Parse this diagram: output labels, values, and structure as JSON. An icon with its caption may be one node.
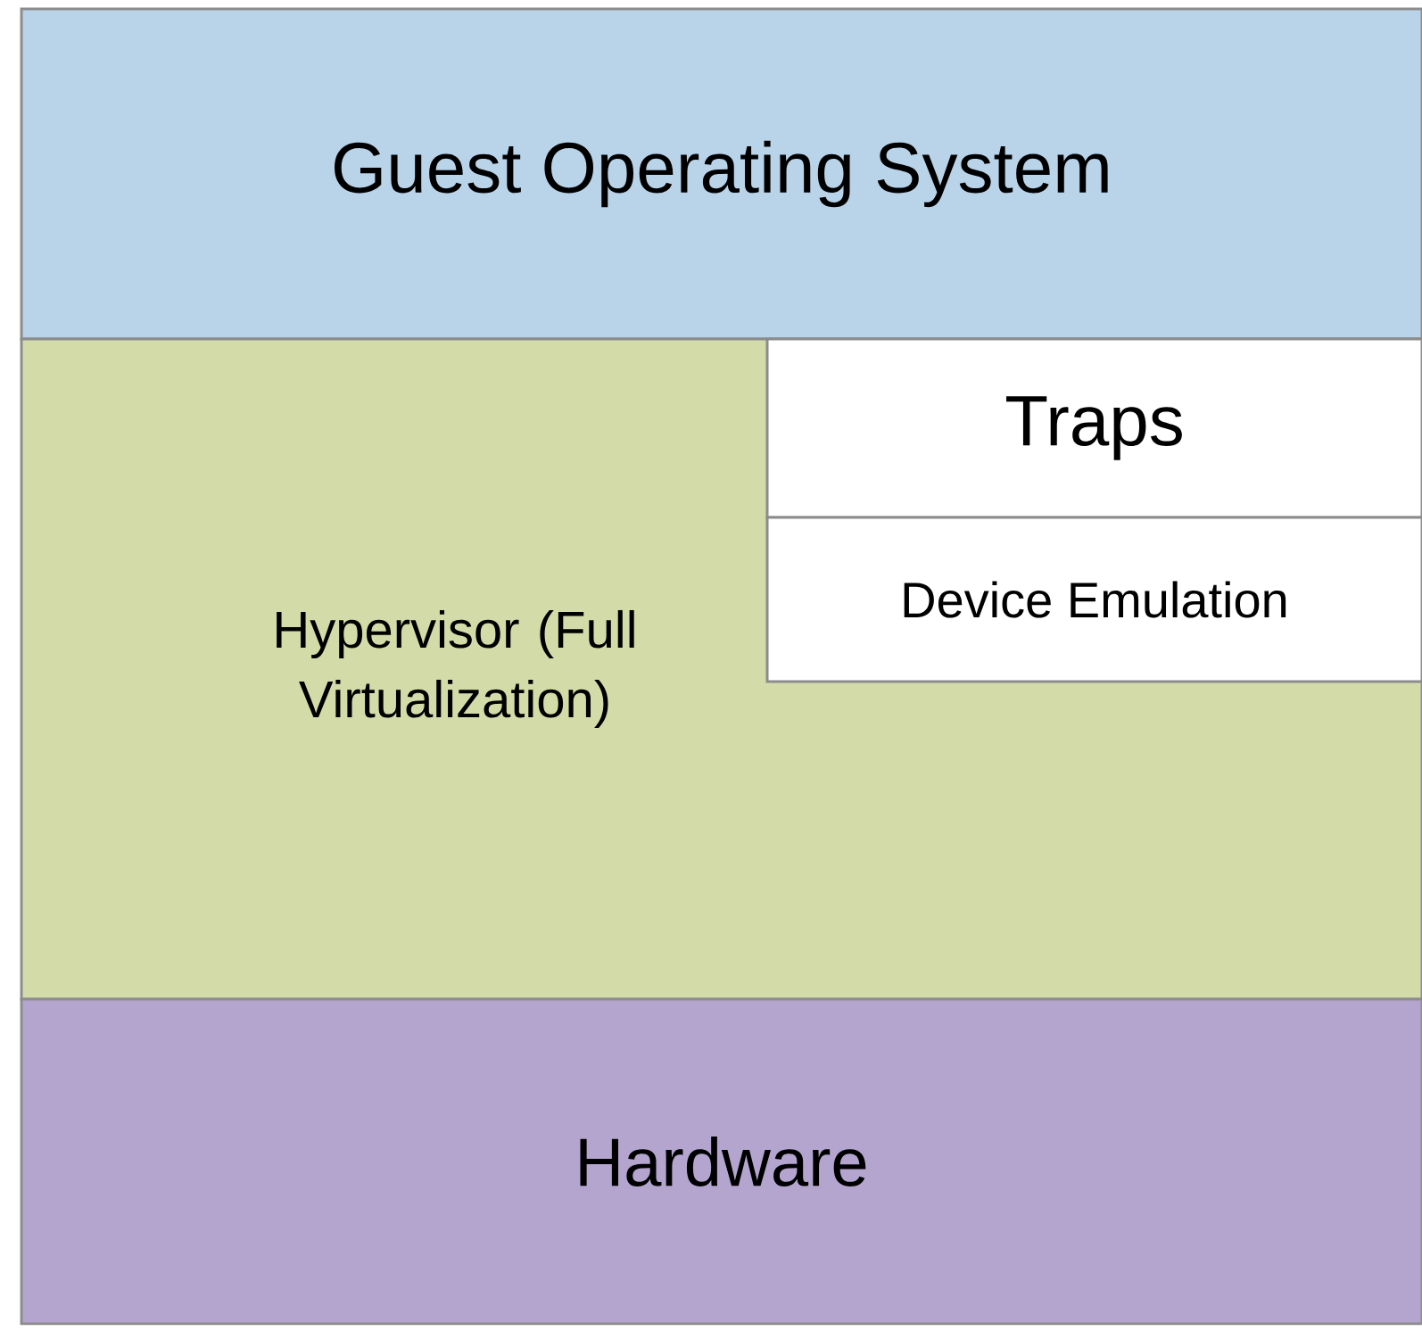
{
  "diagram": {
    "nodes": [
      {
        "text": [
          "Guest Operating System"
        ]
      },
      {
        "text": [
          "Hypervisor (Full Virtualization)"
        ]
      },
      {
        "text": [
          "Traps"
        ],
        "in": 1
      },
      {
        "text": [
          "Device Emulation"
        ],
        "in": 1
      },
      {
        "text": [
          "Hardware"
        ]
      }
    ]
  }
}
